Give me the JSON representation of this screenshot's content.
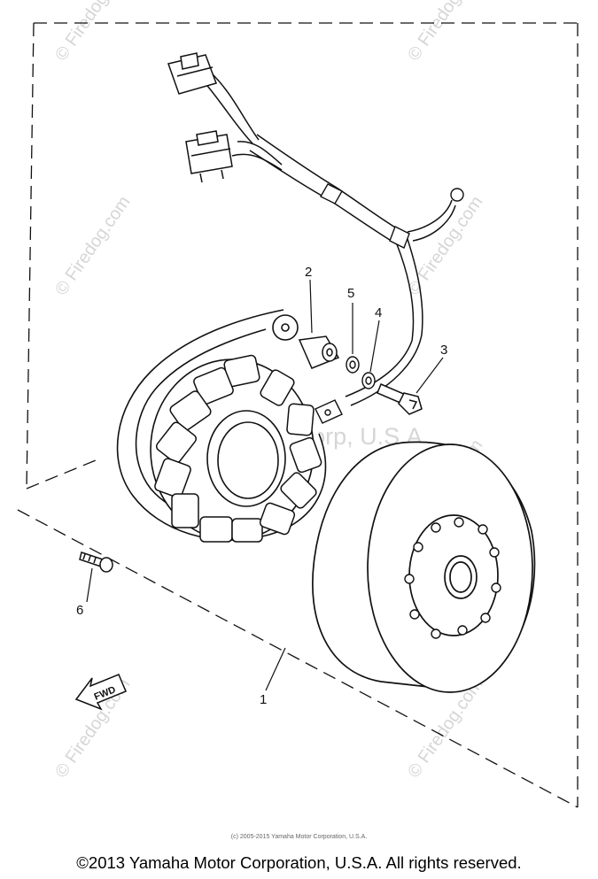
{
  "callouts": {
    "c1": "1",
    "c2": "2",
    "c3": "3",
    "c4": "4",
    "c5": "5",
    "c6": "6"
  },
  "fwd_label": "FWD",
  "watermarks": {
    "firedog": "© Firedog.com",
    "yamaha": "Yamaha Motor Corp, U.S.A."
  },
  "image_copyright": "(c) 2005-2015 Yamaha Motor Corporation, U.S.A.",
  "footer": "©2013 Yamaha Motor Corporation, U.S.A. All rights reserved."
}
